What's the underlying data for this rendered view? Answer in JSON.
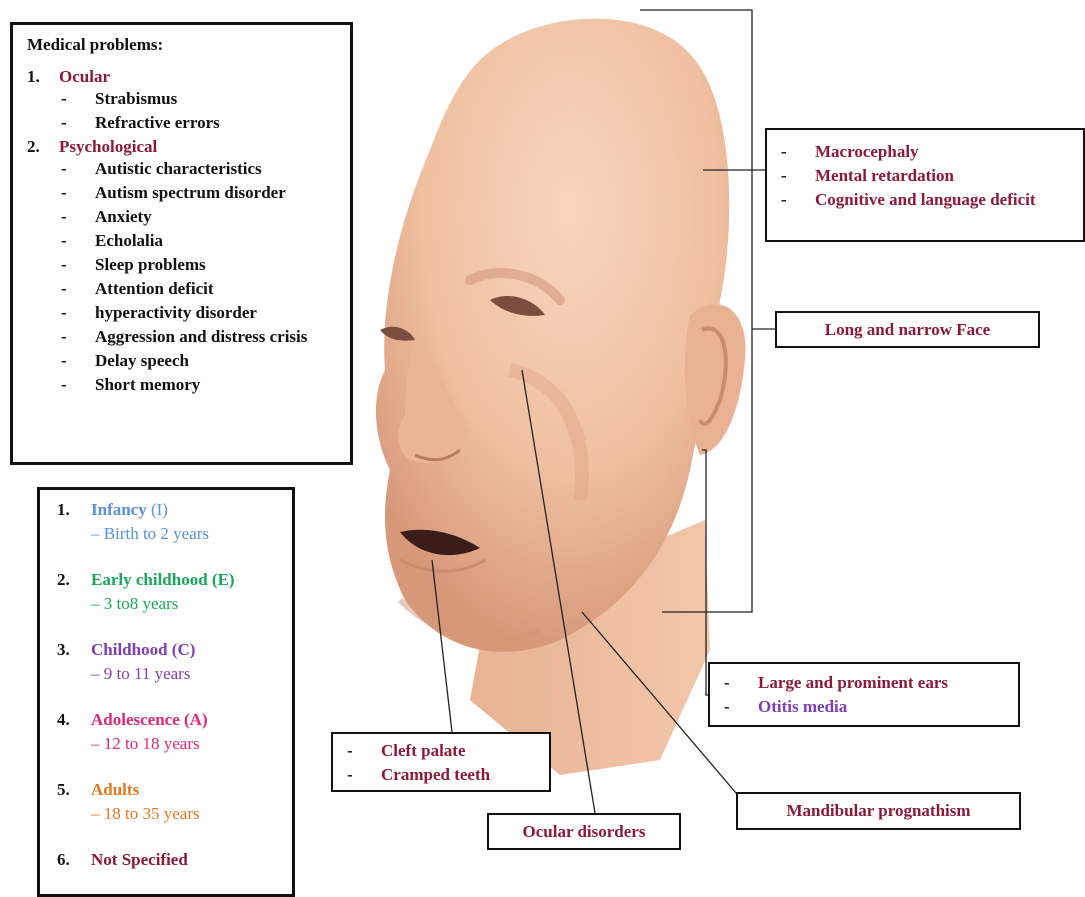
{
  "medical": {
    "title": "Medical problems:",
    "categories": [
      {
        "num": "1.",
        "name": "Ocular",
        "items": [
          "Strabismus",
          "Refractive errors"
        ]
      },
      {
        "num": "2.",
        "name": "Psychological",
        "items": [
          "Autistic characteristics",
          "Autism spectrum disorder",
          "Anxiety",
          "Echolalia",
          "Sleep problems",
          "Attention deficit",
          "hyperactivity disorder",
          "Aggression and distress crisis",
          "Delay speech",
          "Short memory"
        ]
      }
    ]
  },
  "age_groups": [
    {
      "num": "1.",
      "name": "Infancy",
      "code": "(I)",
      "range": "– Birth to 2 years",
      "color": "#5b8fd6"
    },
    {
      "num": "2.",
      "name": "Early childhood (E)",
      "code": "",
      "range": "– 3 to8 years",
      "color": "#19a85b"
    },
    {
      "num": "3.",
      "name": "Childhood (C)",
      "code": "",
      "range": "– 9 to 11 years",
      "color": "#7d3fb5"
    },
    {
      "num": "4.",
      "name": "Adolescence (A)",
      "code": "",
      "range": "– 12 to 18 years",
      "color": "#e02874"
    },
    {
      "num": "5.",
      "name": "Adults",
      "code": "",
      "range": "– 18 to 35 years",
      "color": "#e07a22"
    },
    {
      "num": "6.",
      "name": "Not Specified",
      "code": "",
      "range": "",
      "color": "#8b1a3a"
    }
  ],
  "callouts": {
    "macro": [
      "Macrocephaly",
      "Mental retardation",
      "Cognitive and language deficit"
    ],
    "face": "Long and narrow Face",
    "ears": [
      {
        "text": "Large and prominent ears",
        "color": "#8b1a3a"
      },
      {
        "text": "Otitis media",
        "color": "#7d3fb5"
      }
    ],
    "cleft": [
      "Cleft palate",
      "Cramped teeth"
    ],
    "ocular": "Ocular disorders",
    "mandibular": "Mandibular prognathism"
  },
  "colors": {
    "dark_red": "#8b1a3a",
    "skin": "#f2c2a4",
    "skin_shadow": "#d99b7c"
  },
  "icons": {
    "dash": "-"
  }
}
